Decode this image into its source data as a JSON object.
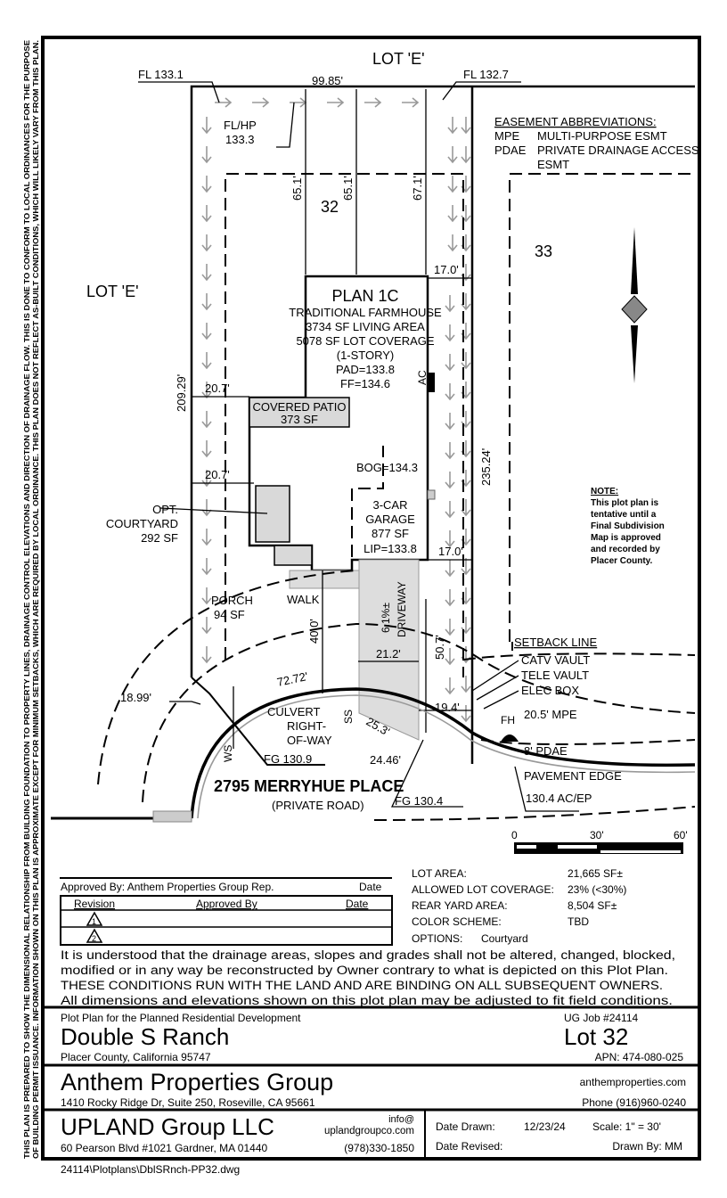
{
  "side_note": [
    "THIS PLAN IS PREPARED TO SHOW THE DIMENSIONAL RELATIONSHIP FROM BUILDING FOUNDATION TO PROPERTY LINES, DRAINAGE CONTROL ELEVATIONS AND DIRECTION OF DRAINAGE FLOW. THIS IS DONE TO CONFORM TO LOCAL ORDINANCES FOR THE PURPOSE",
    "OF BUILDING PERMIT ISSUANCE. INFORMATION SHOWN ON THIS PLAN IS APPROXIMATE EXCEPT FOR MINIMUM SETBACKS, WHICH ARE REQUIRED BY LOCAL ORDINANCE. THIS PLAN DOES NOT REFLECT AS-BUILT CONDITIONS, WHICH WILL LIKELY VARY FROM THIS PLAN."
  ],
  "plan": {
    "lot_e_top": "LOT 'E'",
    "lot_e_left": "LOT 'E'",
    "fl_left": "FL 133.1",
    "fl_right": "FL 132.7",
    "flhp": [
      "FL/HP",
      "133.3"
    ],
    "lot_32": "32",
    "lot_33": "33",
    "dims": {
      "top": "99.85'",
      "d65_1a": "65.1'",
      "d65_1b": "65.1'",
      "d67_1": "67.1'",
      "d17_0a": "17.0'",
      "d17_0b": "17.0'",
      "d20_7a": "20.7'",
      "d20_7b": "20.7'",
      "left_side": "209.29'",
      "right_side": "235.24'",
      "d40_0": "40.0'",
      "d21_2": "21.2'",
      "d50_7": "50.7'",
      "d19_4": "19.4'",
      "d25_3": "25.3'",
      "d24_46": "24.46'",
      "d72_72": "72.72'",
      "d18_99": "18.99'"
    },
    "house": {
      "title": "PLAN 1C",
      "lines": [
        "TRADITIONAL FARMHOUSE",
        "3734 SF LIVING AREA",
        "5078 SF LOT COVERAGE",
        "(1-STORY)",
        "PAD=133.8",
        "FF=134.6"
      ]
    },
    "patio": [
      "COVERED PATIO",
      "373 SF"
    ],
    "bog": "BOG=134.3",
    "ac": "AC",
    "courtyard": [
      "OPT.",
      "COURTYARD",
      "292 SF"
    ],
    "garage": [
      "3-CAR",
      "GARAGE",
      "877 SF",
      "LIP=133.8"
    ],
    "porch": [
      "PORCH",
      "94 SF"
    ],
    "walk": "WALK",
    "driveway": "DRIVEWAY",
    "slope": "6.1%±",
    "culvert": "CULVERT",
    "row": [
      "RIGHT-",
      "OF-WAY"
    ],
    "ws": "WS",
    "ss": "SS",
    "fg_left": "FG 130.9",
    "fg_right": "FG 130.4",
    "road": "2795 MERRYHUE PLACE",
    "road_sub": "(PRIVATE ROAD)",
    "setback": "SETBACK LINE",
    "catv": "CATV VAULT",
    "tele": "TELE VAULT",
    "elec": "ELEC BOX",
    "mpe": "20.5' MPE",
    "fh": "FH",
    "pdae": "8' PDAE",
    "pavement": "PAVEMENT EDGE",
    "acep": "130.4 AC/EP",
    "easement": {
      "title": "EASEMENT ABBREVIATIONS:",
      "rows": [
        {
          "abbr": "MPE",
          "desc": "MULTI-PURPOSE ESMT"
        },
        {
          "abbr": "PDAE",
          "desc": "PRIVATE DRAINAGE ACCESS"
        },
        {
          "abbr": "",
          "desc": "ESMT"
        }
      ]
    },
    "note": {
      "title": "NOTE:",
      "lines": [
        "This plot plan is",
        "tentative until a",
        "Final Subdivision",
        "Map is approved",
        "and recorded by",
        "Placer County."
      ]
    },
    "scale_ticks": [
      "0",
      "30'",
      "60'"
    ]
  },
  "approval": {
    "approved_by": "Approved By: Anthem Properties Group Rep.",
    "date": "Date",
    "headers": [
      "Revision",
      "Approved By",
      "Date"
    ],
    "revisions": [
      "1",
      "2"
    ]
  },
  "lot_info": [
    {
      "label": "LOT AREA:",
      "value": "21,665 SF±"
    },
    {
      "label": "ALLOWED LOT COVERAGE:",
      "value": "23% (<30%)"
    },
    {
      "label": "REAR YARD AREA:",
      "value": "8,504 SF±"
    },
    {
      "label": "COLOR SCHEME:",
      "value": "TBD"
    },
    {
      "label": "OPTIONS:",
      "value": "Courtyard"
    }
  ],
  "disclaimer": [
    "It is understood that the drainage areas, slopes and grades shall not be altered, changed, blocked,",
    "modified or in any way be reconstructed by Owner contrary to what is depicted on this Plot Plan.",
    "THESE CONDITIONS RUN WITH THE LAND AND ARE BINDING ON ALL SUBSEQUENT OWNERS.",
    "All dimensions and elevations shown on this plot plan may be adjusted to fit field conditions."
  ],
  "title_block": {
    "subtitle": "Plot Plan for the Planned Residential Development",
    "project": "Double S Ranch",
    "location": "Placer County, California 95747",
    "job": "UG Job #24114",
    "lot": "Lot 32",
    "apn": "APN: 474-080-025",
    "builder": "Anthem Properties Group",
    "builder_address": "1410 Rocky Ridge Dr, Suite 250, Roseville, CA 95661",
    "builder_web": "anthemproperties.com",
    "builder_phone": "Phone (916)960-0240",
    "engineer": "UPLAND Group LLC",
    "engineer_email_user": "info@",
    "engineer_web": "uplandgroupco.com",
    "engineer_address": "60 Pearson Blvd #1021 Gardner, MA 01440",
    "engineer_phone": "(978)330-1850",
    "date_drawn_label": "Date Drawn:",
    "date_drawn": "12/23/24",
    "scale": "Scale: 1\" = 30'",
    "date_revised_label": "Date Revised:",
    "drawn_by": "Drawn By: MM",
    "file_path": "24114\\Plotplans\\DblSRnch-PP32.dwg"
  }
}
